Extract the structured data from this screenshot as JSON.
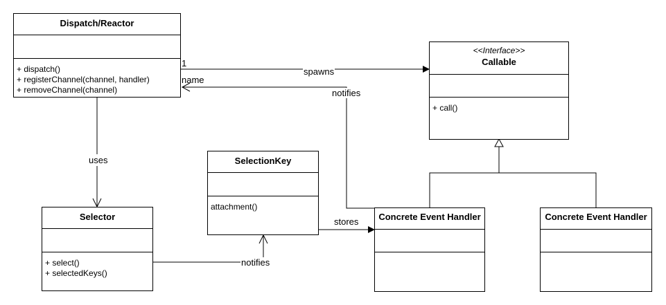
{
  "classes": {
    "dispatch": {
      "name": "Dispatch/Reactor",
      "methods": [
        "+ dispatch()",
        "+ registerChannel(channel, handler)",
        "+ removeChannel(channel)"
      ]
    },
    "callable": {
      "stereotype": "<<Interface>>",
      "name": "Callable",
      "methods": [
        "+ call()"
      ]
    },
    "selection_key": {
      "name": "SelectionKey",
      "methods": [
        "attachment()"
      ]
    },
    "selector": {
      "name": "Selector",
      "methods": [
        "+ select()",
        "+ selectedKeys()"
      ]
    },
    "handler_1": {
      "name": "Concrete Event Handler"
    },
    "handler_2": {
      "name": "Concrete Event Handler"
    }
  },
  "relations": {
    "spawns": {
      "label": "spawns",
      "multiplicity": "1"
    },
    "notifies_dispatch": {
      "label": "notifies",
      "end_label": "name"
    },
    "uses": {
      "label": "uses"
    },
    "stores": {
      "label": "stores"
    },
    "notifies_selectionkey": {
      "label": "notifies"
    }
  }
}
